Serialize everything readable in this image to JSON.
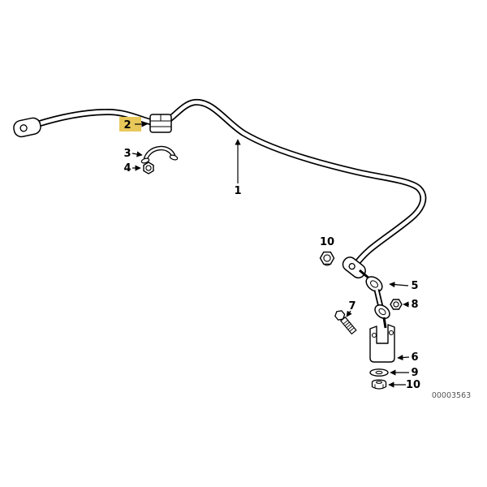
{
  "diagram": {
    "drawing_number": "00003563",
    "highlight_color": "#e9c85a",
    "labels": {
      "part1": "1",
      "part2": "2",
      "part3": "3",
      "part4": "4",
      "part5": "5",
      "part6": "6",
      "part7": "7",
      "part8": "8",
      "part9": "9",
      "part10_upper": "10",
      "part10_lower": "10"
    }
  }
}
